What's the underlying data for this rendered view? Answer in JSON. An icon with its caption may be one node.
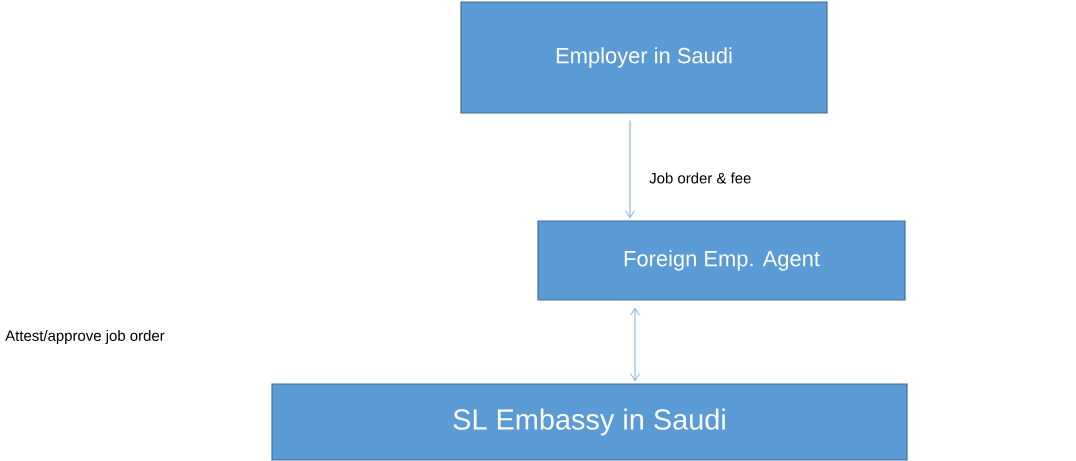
{
  "diagram": {
    "nodes": [
      {
        "text": [
          "Employer in Saudi"
        ]
      },
      {
        "text": [
          "Foreign Emp. Agent"
        ]
      },
      {
        "text": [
          "SL Embassy in Saudi"
        ]
      }
    ],
    "edges": [
      {
        "from": 0,
        "to": 1,
        "arrow": "to",
        "label": "Job order &  fee"
      },
      {
        "from": 1,
        "to": 2,
        "arrow": "both"
      }
    ],
    "labels": [
      "Attest/approve  job order"
    ]
  }
}
